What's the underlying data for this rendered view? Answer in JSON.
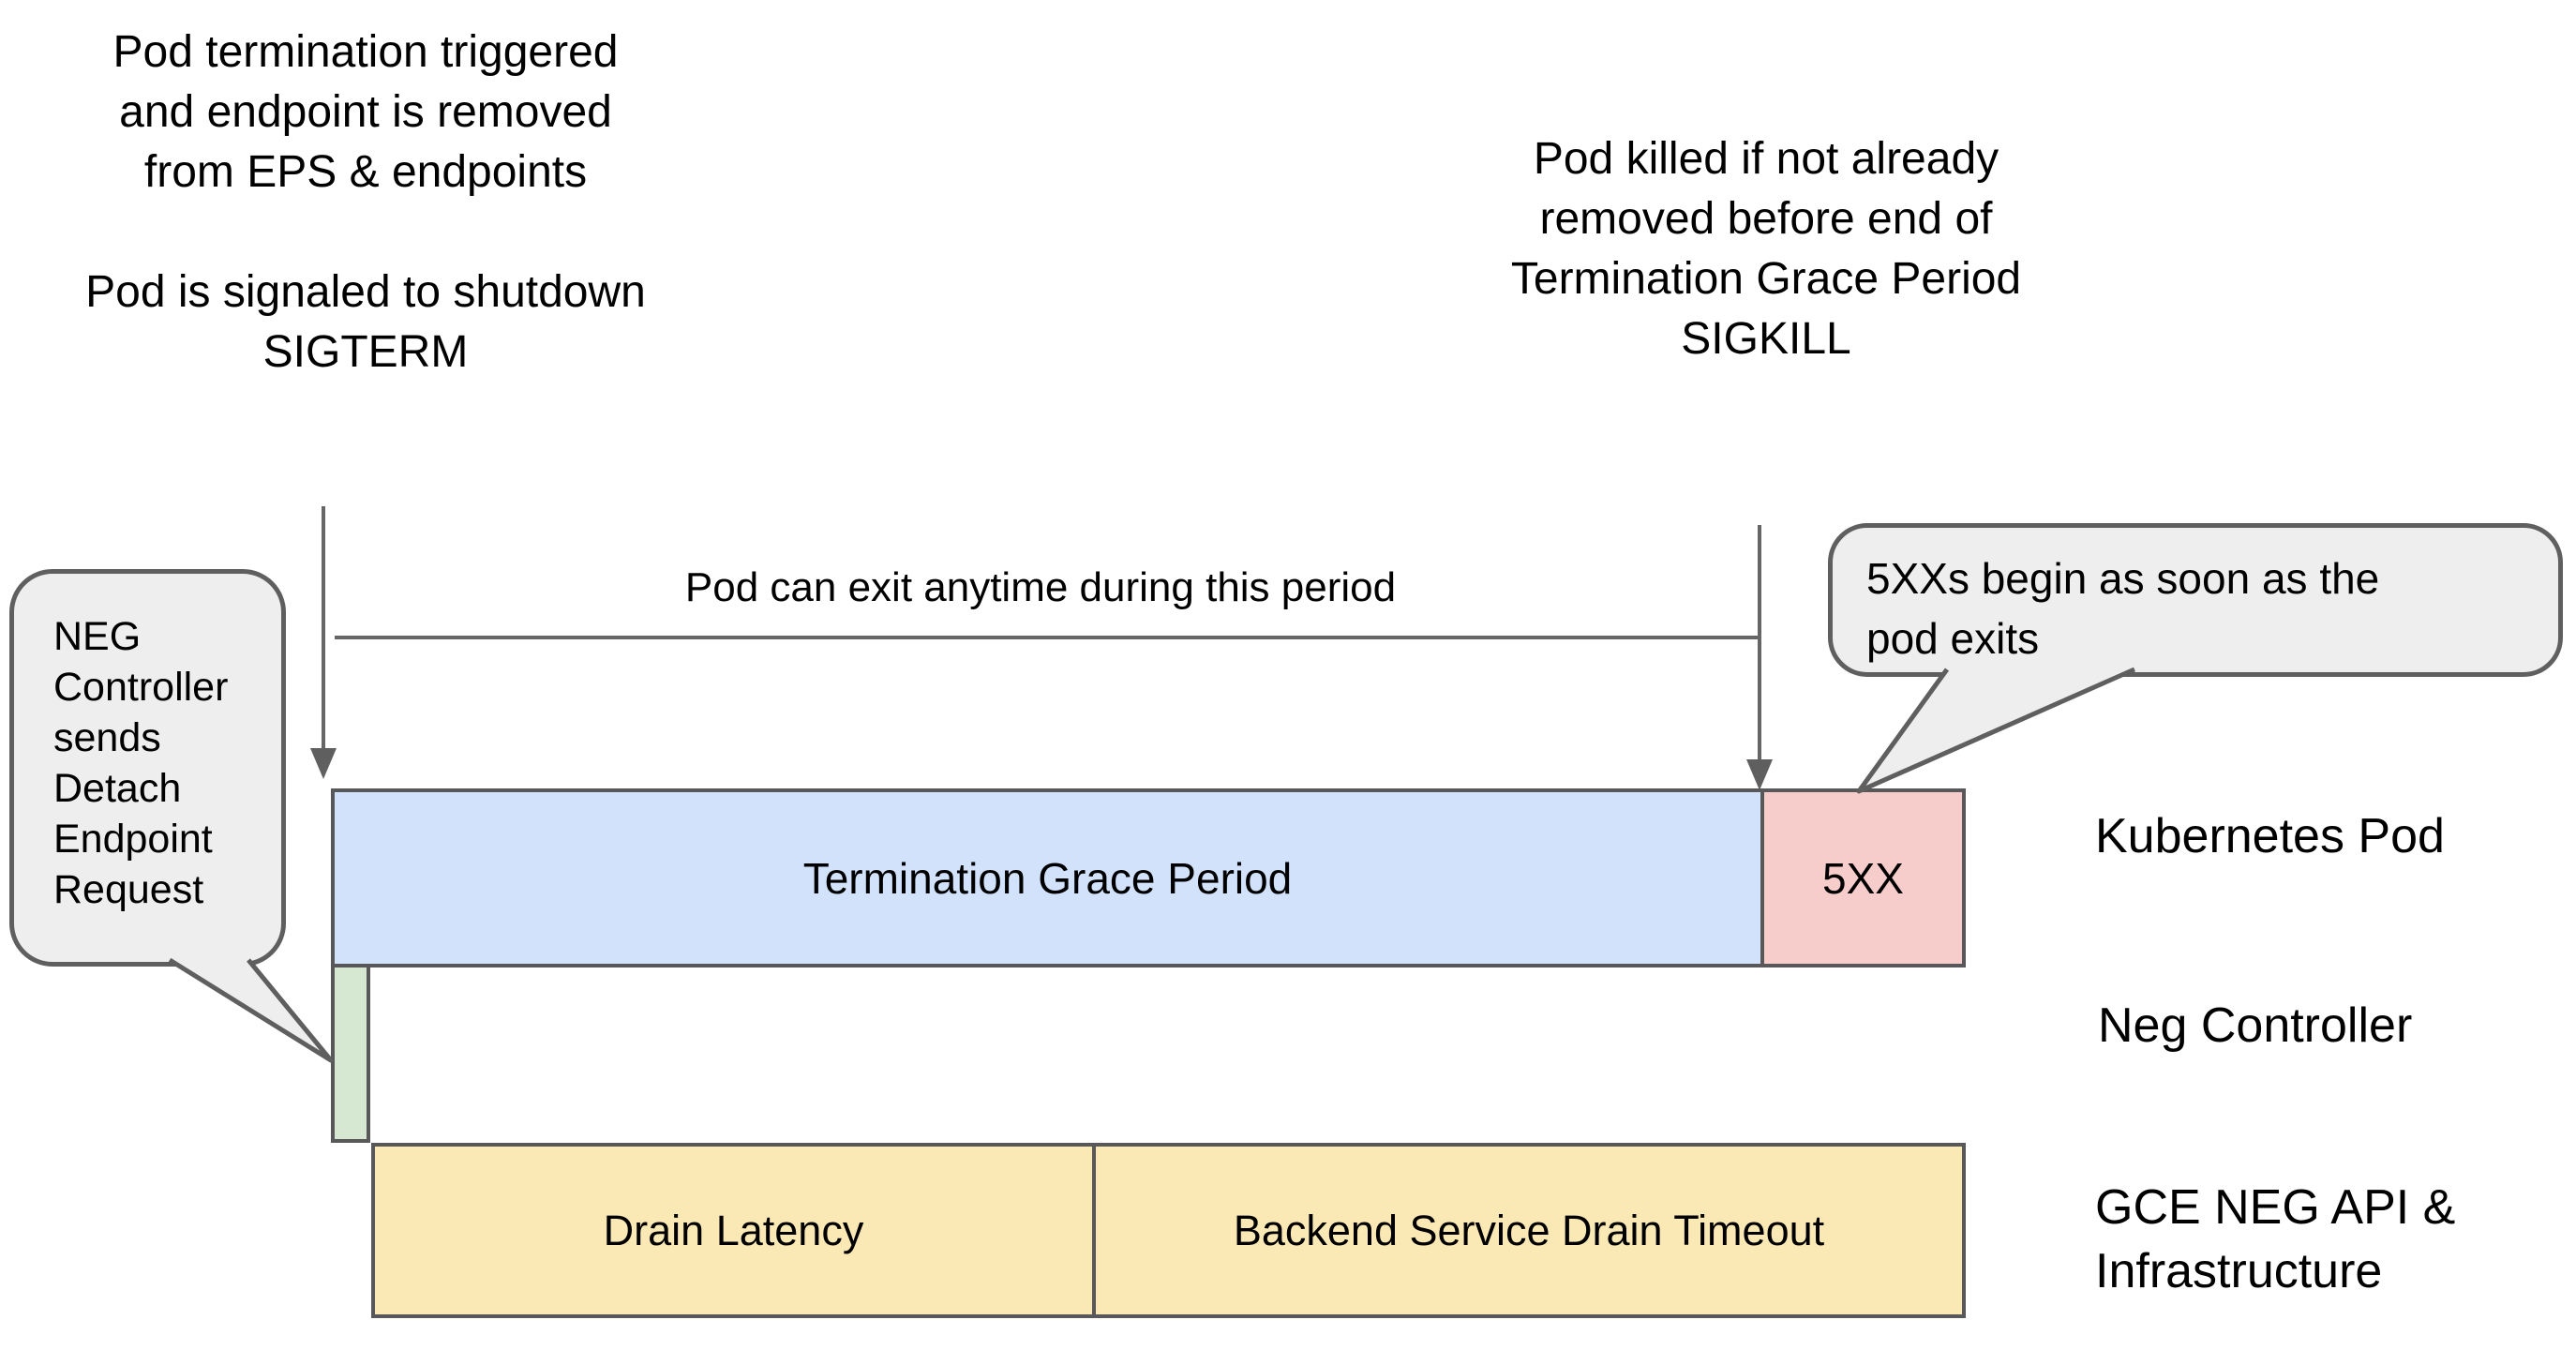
{
  "notes": {
    "top_left": "Pod termination triggered\nand endpoint is removed\nfrom EPS & endpoints\n\nPod is signaled to shutdown\nSIGTERM",
    "top_right": "Pod killed if not already\nremoved before end of\nTermination Grace Period\nSIGKILL",
    "period": "Pod can exit anytime during this period"
  },
  "callouts": {
    "left": "NEG\nController\nsends\nDetach\nEndpoint\nRequest",
    "right": "5XXs begin as soon as the\npod exits"
  },
  "bars": {
    "grace": "Termination Grace Period",
    "fivexx": "5XX",
    "drain_latency": "Drain Latency",
    "drain_timeout": "Backend Service Drain Timeout"
  },
  "rows": {
    "kubernetes_pod": "Kubernetes Pod",
    "neg_controller": "Neg Controller",
    "gce": "GCE NEG API &\nInfrastructure"
  },
  "colors": {
    "grace_fill": "#d2e2fb",
    "fivexx_fill": "#f7cdcb",
    "detach_fill": "#d6e8d1",
    "drain_fill": "#fbe9b5",
    "callout_fill": "#eeeeee",
    "bar_outline": "#58585a",
    "callout_outline": "#5f5f5f",
    "connector": "#666666",
    "text": "#000000",
    "background": "#ffffff"
  }
}
